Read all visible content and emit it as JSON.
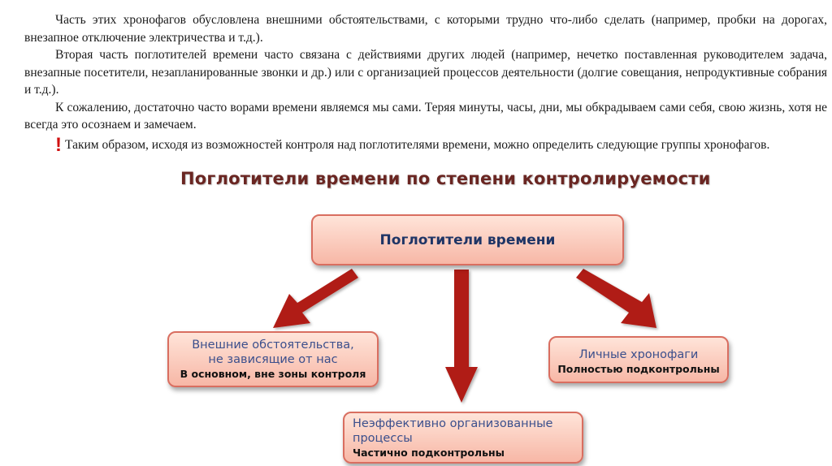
{
  "text": {
    "p1": "Часть этих хронофагов обусловлена внешними обстоятельствами, с которыми трудно что-либо сделать (например, пробки на дорогах, внезапное отключение электричества и т.д.).",
    "p2": "Вторая часть поглотителей времени часто связана с действиями других людей (например, нечетко поставленная руководителем задача, внезапные посетители, незапланированные звонки и др.) или с организацией процессов деятельности (долгие совещания, непродуктивные собрания и т.д.).",
    "p3": "К сожалению, достаточно часто ворами времени являемся мы сами. Теряя минуты, часы, дни, мы обкрадываем сами себя, свою жизнь, хотя не всегда это осознаем и замечаем.",
    "p4_mark": "!",
    "p4": "Таким образом, исходя из возможностей контроля над поглотителями времени, можно определить следующие группы хронофагов."
  },
  "diagram": {
    "title": "Поглотители времени по степени контролируемости",
    "root": "Поглотители времени",
    "left": {
      "line1": "Внешние обстоятельства,",
      "line2": "не зависящие от нас",
      "note": "В основном, вне зоны контроля"
    },
    "right": {
      "line1": "Личные хронофаги",
      "note": "Полностью подконтрольны"
    },
    "bottom": {
      "line1": "Неэффективно организованные",
      "line2": "процессы",
      "note": "Частично подконтрольны"
    },
    "colors": {
      "arrow": "#b01e14",
      "box_border": "#d96e60",
      "box_fill_top": "#ffe4d9",
      "box_fill_bottom": "#f7b7a6",
      "title": "#6a2622",
      "label_blue": "#3b4f8c",
      "root_text": "#1f3566"
    }
  }
}
